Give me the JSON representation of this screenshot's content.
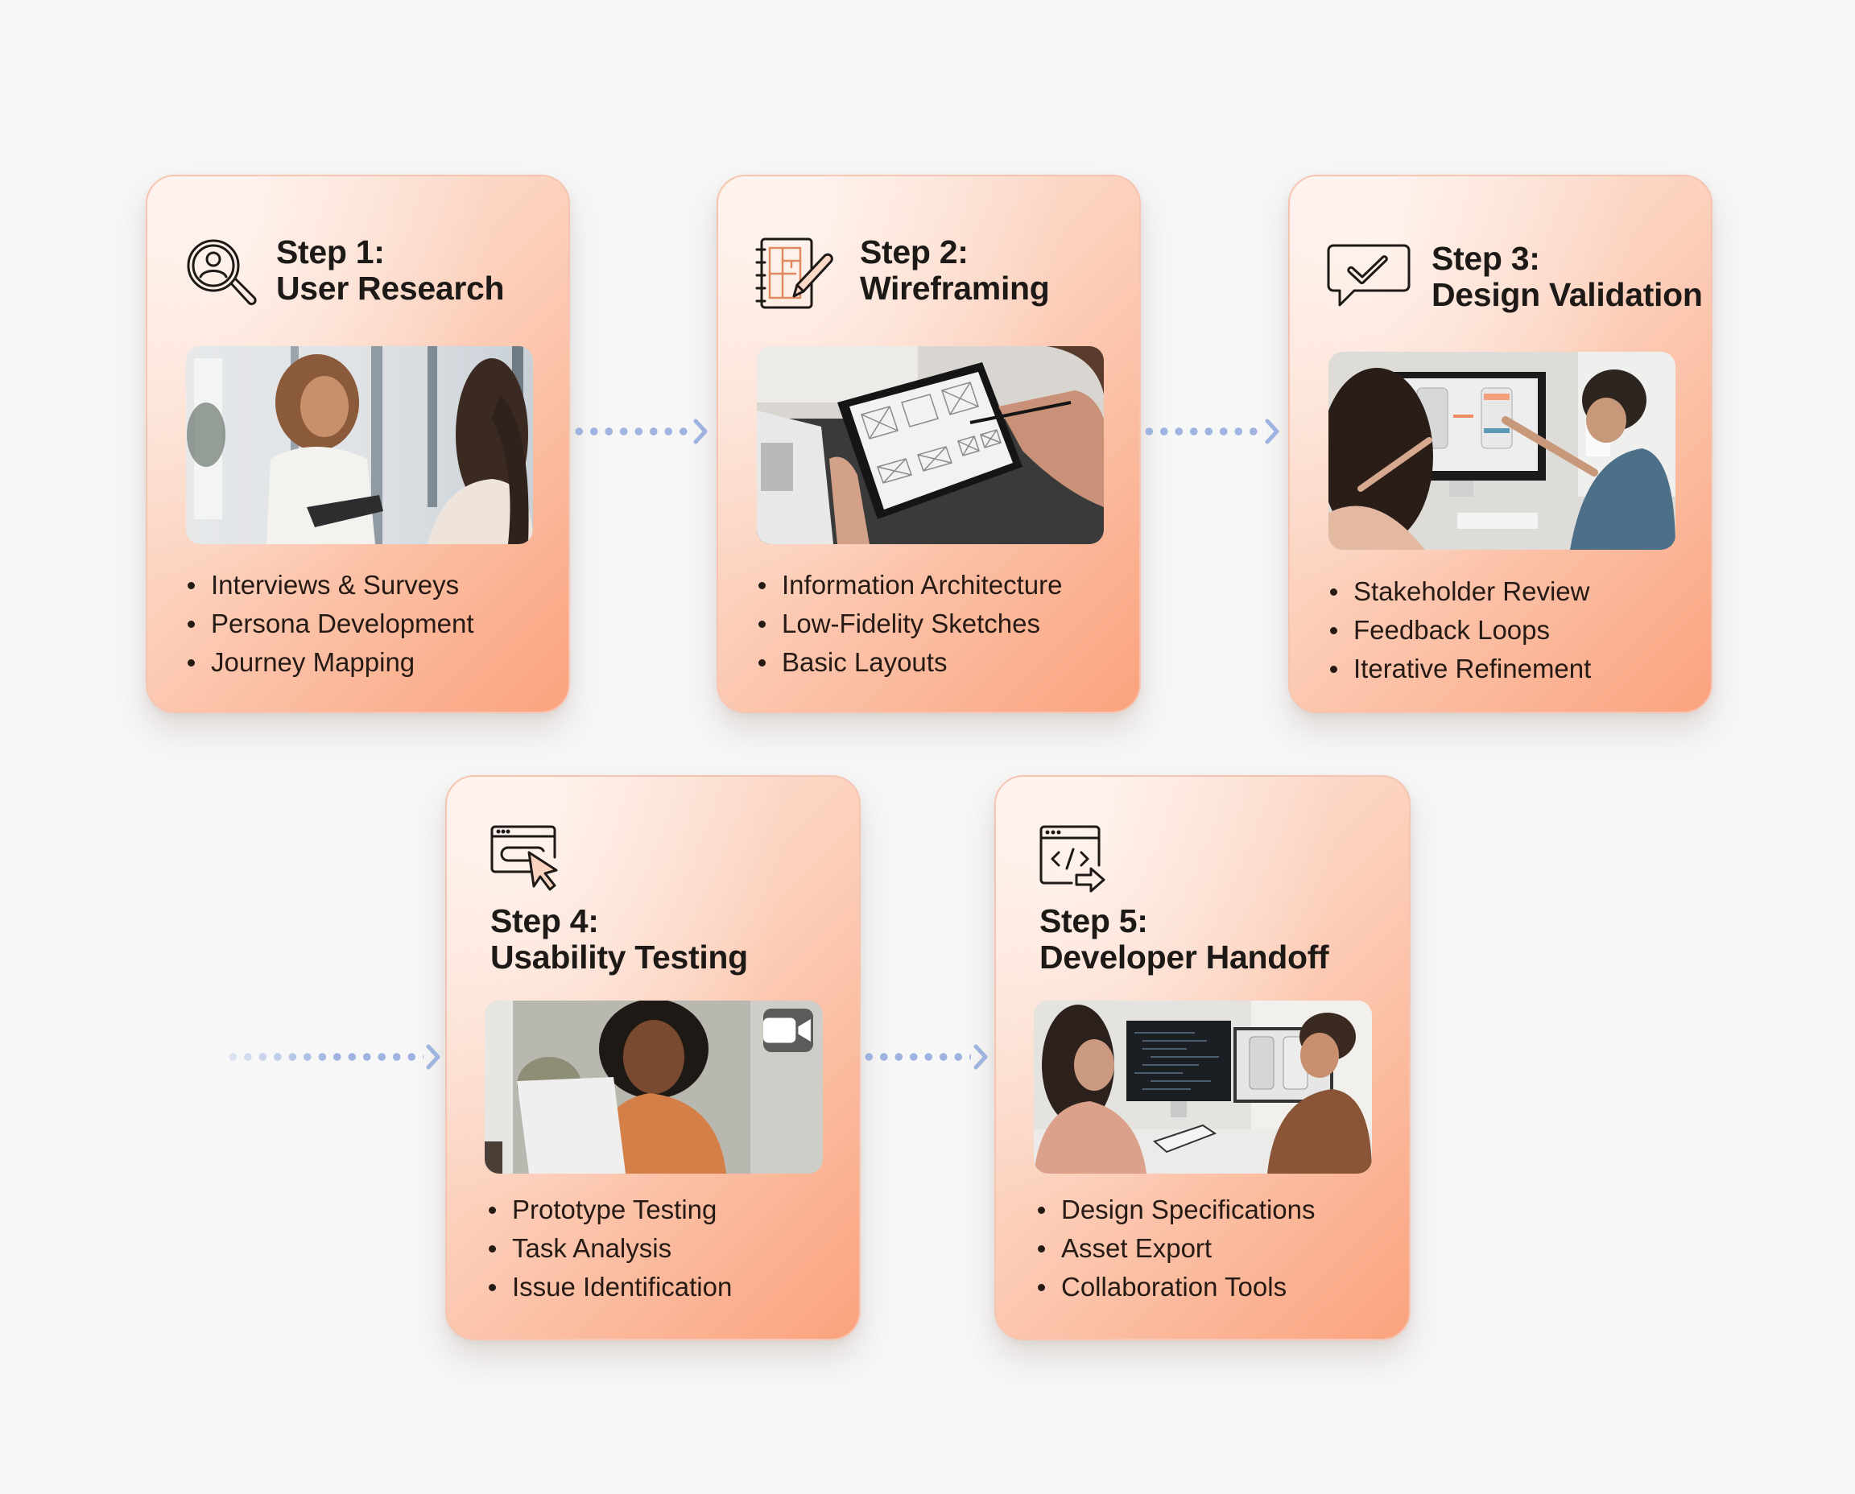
{
  "diagram": {
    "type": "process-flow",
    "background_color": "#f7f7f7",
    "card_gradient": [
      "#fdece4",
      "#fcd1bd",
      "#fbb394",
      "#fba27e"
    ],
    "connector_color": "#9eb3e0",
    "steps": [
      {
        "step_label": "Step 1:",
        "title": "User Research",
        "icon": "user-search-magnifier-icon",
        "photo": "two women in an interview, one taking notes in a notebook",
        "bullets": [
          "Interviews & Surveys",
          "Persona Development",
          "Journey Mapping"
        ]
      },
      {
        "step_label": "Step 2:",
        "title": "Wireframing",
        "icon": "notebook-wireframe-pencil-icon",
        "photo": "hands sketching wireframes on a tablet with a stylus",
        "bullets": [
          "Information Architecture",
          "Low-Fidelity Sketches",
          "Basic Layouts"
        ]
      },
      {
        "step_label": "Step 3:",
        "title": "Design Validation",
        "icon": "chat-bubble-checkmark-icon",
        "photo": "two people pointing at mobile mockups on a desktop monitor",
        "bullets": [
          "Stakeholder Review",
          "Feedback Loops",
          "Iterative Refinement"
        ]
      },
      {
        "step_label": "Step 4:",
        "title": "Usability Testing",
        "icon": "browser-cursor-click-icon",
        "photo": "smiling woman using a laptop, recorded on video",
        "photo_badge": "video-camera-icon",
        "bullets": [
          "Prototype Testing",
          "Task Analysis",
          "Issue Identification"
        ]
      },
      {
        "step_label": "Step 5:",
        "title": "Developer Handoff",
        "icon": "browser-code-export-icon",
        "photo": "designer and developer reviewing code and mockups at desks",
        "bullets": [
          "Design Specifications",
          "Asset Export",
          "Collaboration Tools"
        ]
      }
    ],
    "connectors": [
      {
        "from": "entry",
        "to": "Step 4"
      },
      {
        "from": "Step 1",
        "to": "Step 2"
      },
      {
        "from": "Step 2",
        "to": "Step 3"
      },
      {
        "from": "Step 4",
        "to": "Step 5"
      }
    ]
  }
}
